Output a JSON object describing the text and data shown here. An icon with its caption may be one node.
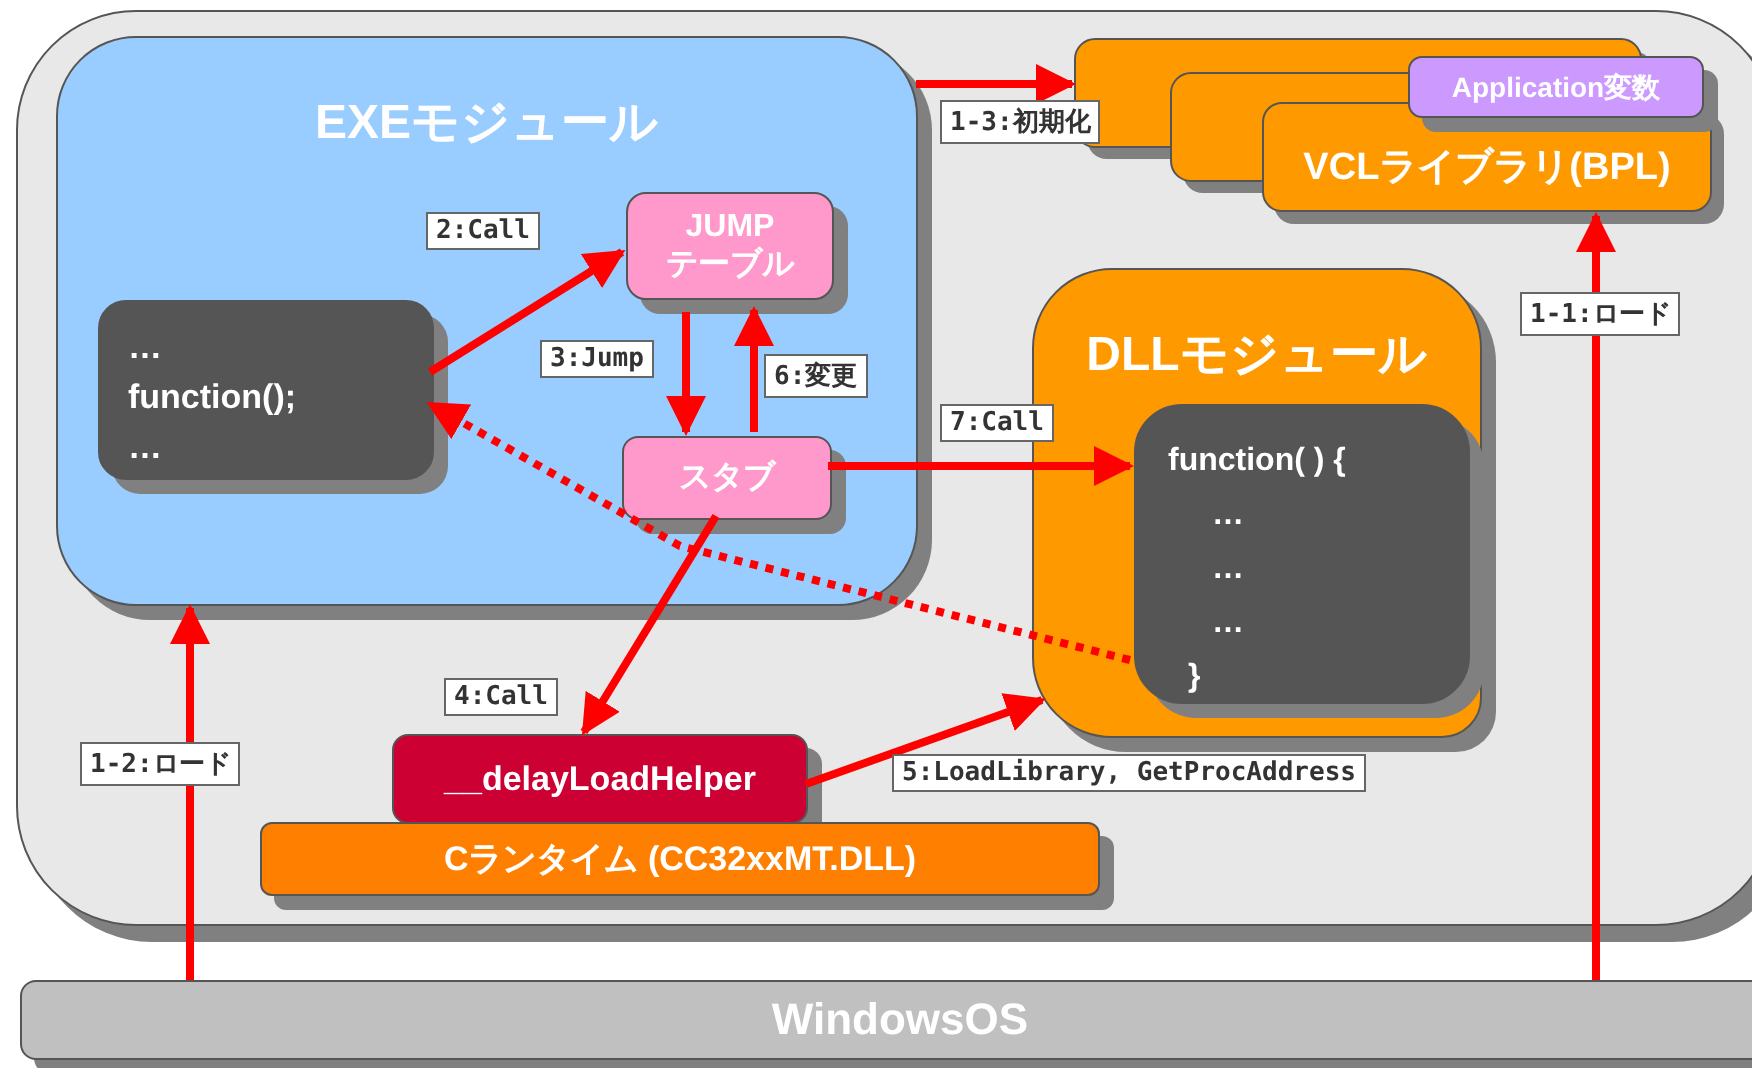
{
  "diagram": {
    "nodes": [
      {
        "text": [],
        "shape": "box"
      },
      {
        "text": [
          "EXEモジュール"
        ],
        "in": 0
      },
      {
        "text": [
          "…",
          "function();",
          "…"
        ],
        "in": 1
      },
      {
        "text": [
          "JUMP テーブル"
        ],
        "in": 1
      },
      {
        "text": [
          "スタブ"
        ],
        "in": 1
      },
      {
        "text": [
          "VCLライブラリ(BPL)"
        ],
        "in": 0
      },
      {
        "text": [
          "Application変数"
        ],
        "in": 0
      },
      {
        "text": [
          "DLLモジュール"
        ],
        "in": 0
      },
      {
        "text": [
          "function( ) {",
          "…",
          "…",
          "…",
          "}"
        ],
        "in": 7
      },
      {
        "text": [
          "__delayLoadHelper"
        ],
        "in": 0
      },
      {
        "text": [
          "Cランタイム (CC32xxMT.DLL)"
        ],
        "in": 0
      },
      {
        "text": [
          "WindowsOS"
        ]
      }
    ],
    "edges": [
      {
        "from": 11,
        "to": 1,
        "arrow": "to",
        "label": "1-2:ロード"
      },
      {
        "from": 11,
        "to": 5,
        "arrow": "to",
        "label": "1-1:ロード"
      },
      {
        "from": 1,
        "to": 5,
        "arrow": "to",
        "label": "1-3:初期化"
      },
      {
        "from": 2,
        "to": 3,
        "arrow": "to",
        "label": "2:Call"
      },
      {
        "from": 3,
        "to": 4,
        "arrow": "to",
        "label": "3:Jump"
      },
      {
        "from": 4,
        "to": 3,
        "arrow": "to",
        "label": "6:変更"
      },
      {
        "from": 4,
        "to": 9,
        "arrow": "to",
        "label": "4:Call"
      },
      {
        "from": 9,
        "to": 7,
        "arrow": "to",
        "label": "5:LoadLibrary, GetProcAddress"
      },
      {
        "from": 4,
        "to": 8,
        "arrow": "to",
        "label": "7:Call"
      },
      {
        "from": 8,
        "to": 2,
        "arrow": "to",
        "style": "dashed"
      }
    ]
  }
}
